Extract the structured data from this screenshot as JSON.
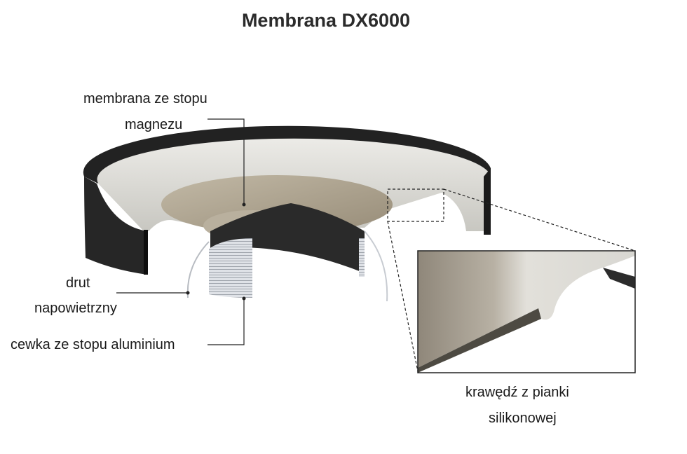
{
  "title": "Membrana DX6000",
  "labels": {
    "membrane_line1": "membrana ze stopu",
    "membrane_line2": "magnezu",
    "wire_line1": "drut",
    "wire_line2": "napowietrzny",
    "coil": "cewka ze stopu aluminium",
    "edge_line1": "krawędź z pianki",
    "edge_line2": "silikonowej"
  },
  "colors": {
    "rim": "#1f1f1f",
    "surround": "#d9d8d3",
    "cone": "#b3a996",
    "coil": "#c9ccd2"
  }
}
